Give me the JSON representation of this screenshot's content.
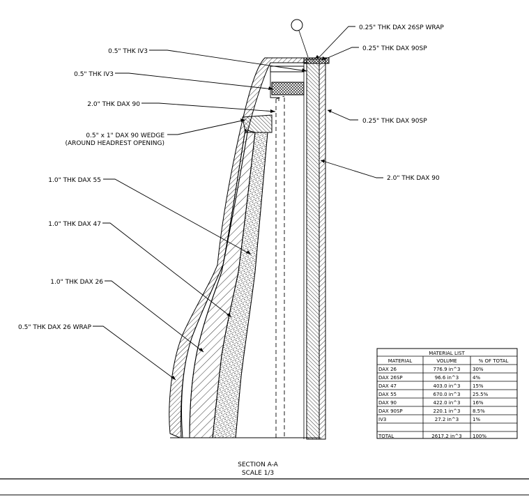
{
  "callouts": {
    "wrap_26sp": "0.25\" THK DAX 26SP WRAP",
    "top_90sp": "0.25\" THK DAX 90SP",
    "iv3_upper": "0.5\" THK IV3",
    "iv3_lower": "0.5\" THK IV3",
    "dax90_left": "2.0\" THK DAX 90",
    "wedge_line1": "0.5\" x 1\" DAX 90 WEDGE",
    "wedge_line2": "(AROUND HEADREST OPENING)",
    "right_90sp": "0.25\" THK DAX 90SP",
    "dax90_right": "2.0\" THK DAX 90",
    "dax55": "1.0\" THK DAX 55",
    "dax47": "1.0\" THK DAX 47",
    "dax26": "1.0\" THK DAX 26",
    "wrap_26": "0.5\" THK DAX 26 WRAP"
  },
  "material_list": {
    "title": "MATERIAL LIST",
    "headers": [
      "MATERIAL",
      "VOLUME",
      "% OF TOTAL"
    ],
    "rows": [
      [
        "DAX 26",
        "776.9 in^3",
        "30%"
      ],
      [
        "DAX 26SP",
        "96.6 in^3",
        "4%"
      ],
      [
        "DAX 47",
        "403.0 in^3",
        "15%"
      ],
      [
        "DAX 55",
        "670.0 in^3",
        "25.5%"
      ],
      [
        "DAX 90",
        "422.0 in^3",
        "16%"
      ],
      [
        "DAX 90SP",
        "220.1 in^3",
        "8.5%"
      ],
      [
        "IV3",
        "27.2 in^3",
        "1%"
      ],
      [
        "",
        "",
        ""
      ]
    ],
    "total": [
      "TOTAL",
      "2617.2 in^3",
      "100%"
    ]
  },
  "section": {
    "title": "SECTION A-A",
    "scale": "SCALE 1/3"
  }
}
